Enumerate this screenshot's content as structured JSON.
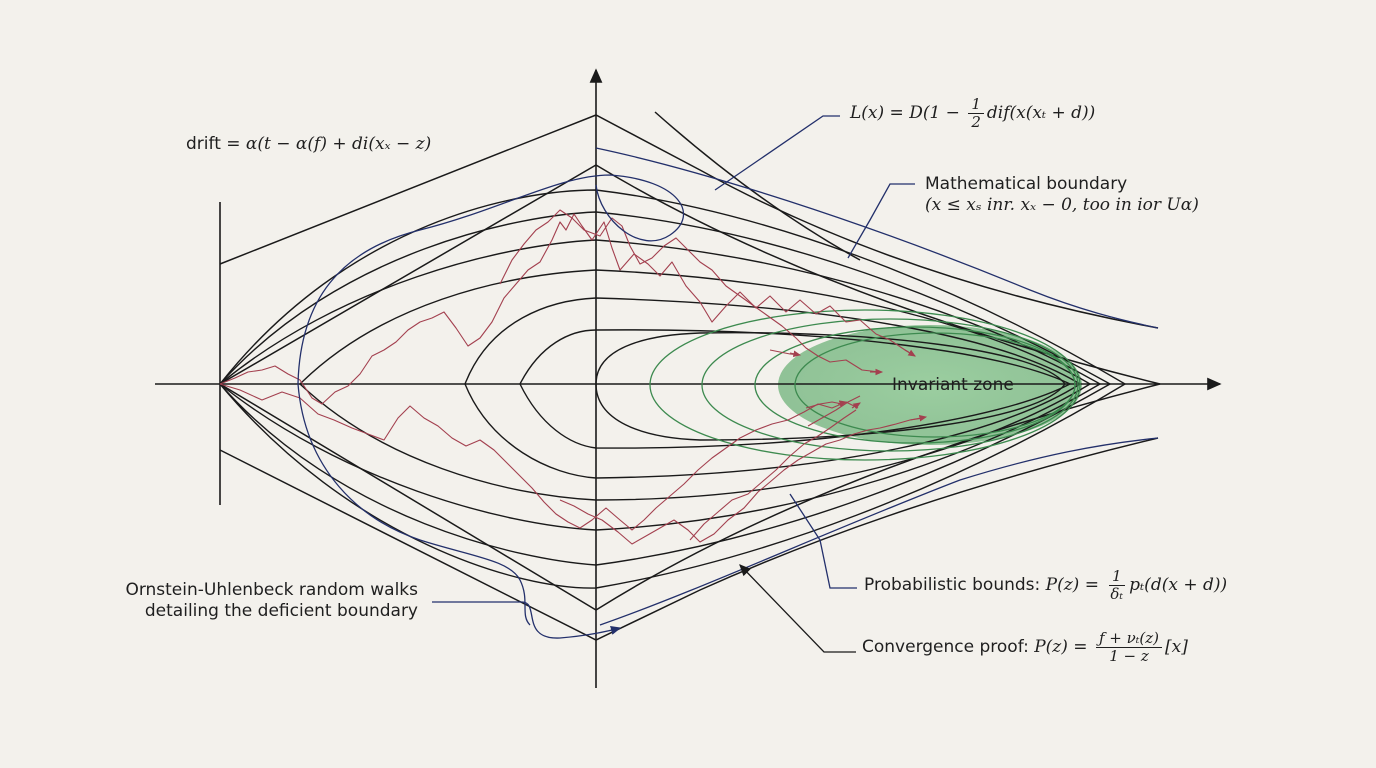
{
  "labels": {
    "drift_prefix": "drift = ",
    "drift_expr": "α(t − α(f) + di(xₓ − z)",
    "lx_expr_left": "L(x) = D(1 − ",
    "lx_frac_num": "1",
    "lx_frac_den": "2",
    "lx_expr_right": "dif(x(xₜ + d))",
    "boundary_title": "Mathematical boundary",
    "boundary_expr": "(x ≤ xₛ inr. xₓ − 0, too in ior Uα)",
    "invariant_zone": "Invariant zone",
    "ou_line1": "Ornstein-Uhlenbeck random walks",
    "ou_line2": "detailing the deficient boundary",
    "prob_prefix": "Probabilistic bounds: ",
    "prob_lhs": "P(z) = ",
    "prob_frac_num": "1",
    "prob_frac_den": "δₜ",
    "prob_rhs": "pₜ(d(x + d))",
    "conv_prefix": "Convergence proof: ",
    "conv_lhs": "P(z) = ",
    "conv_frac_num": "ƒ + νₜ(z)",
    "conv_frac_den": "1 − z",
    "conv_rhs": "[x]"
  },
  "colors": {
    "background": "#f3f1ec",
    "curve": "#1a1a1a",
    "walk": "#a3404f",
    "contour_green": "#3d8a4f",
    "zone_fill": "#7fbf87",
    "leader_blue": "#23306b"
  },
  "icons": [
    "x-axis-arrow-icon",
    "y-axis-arrow-icon"
  ]
}
